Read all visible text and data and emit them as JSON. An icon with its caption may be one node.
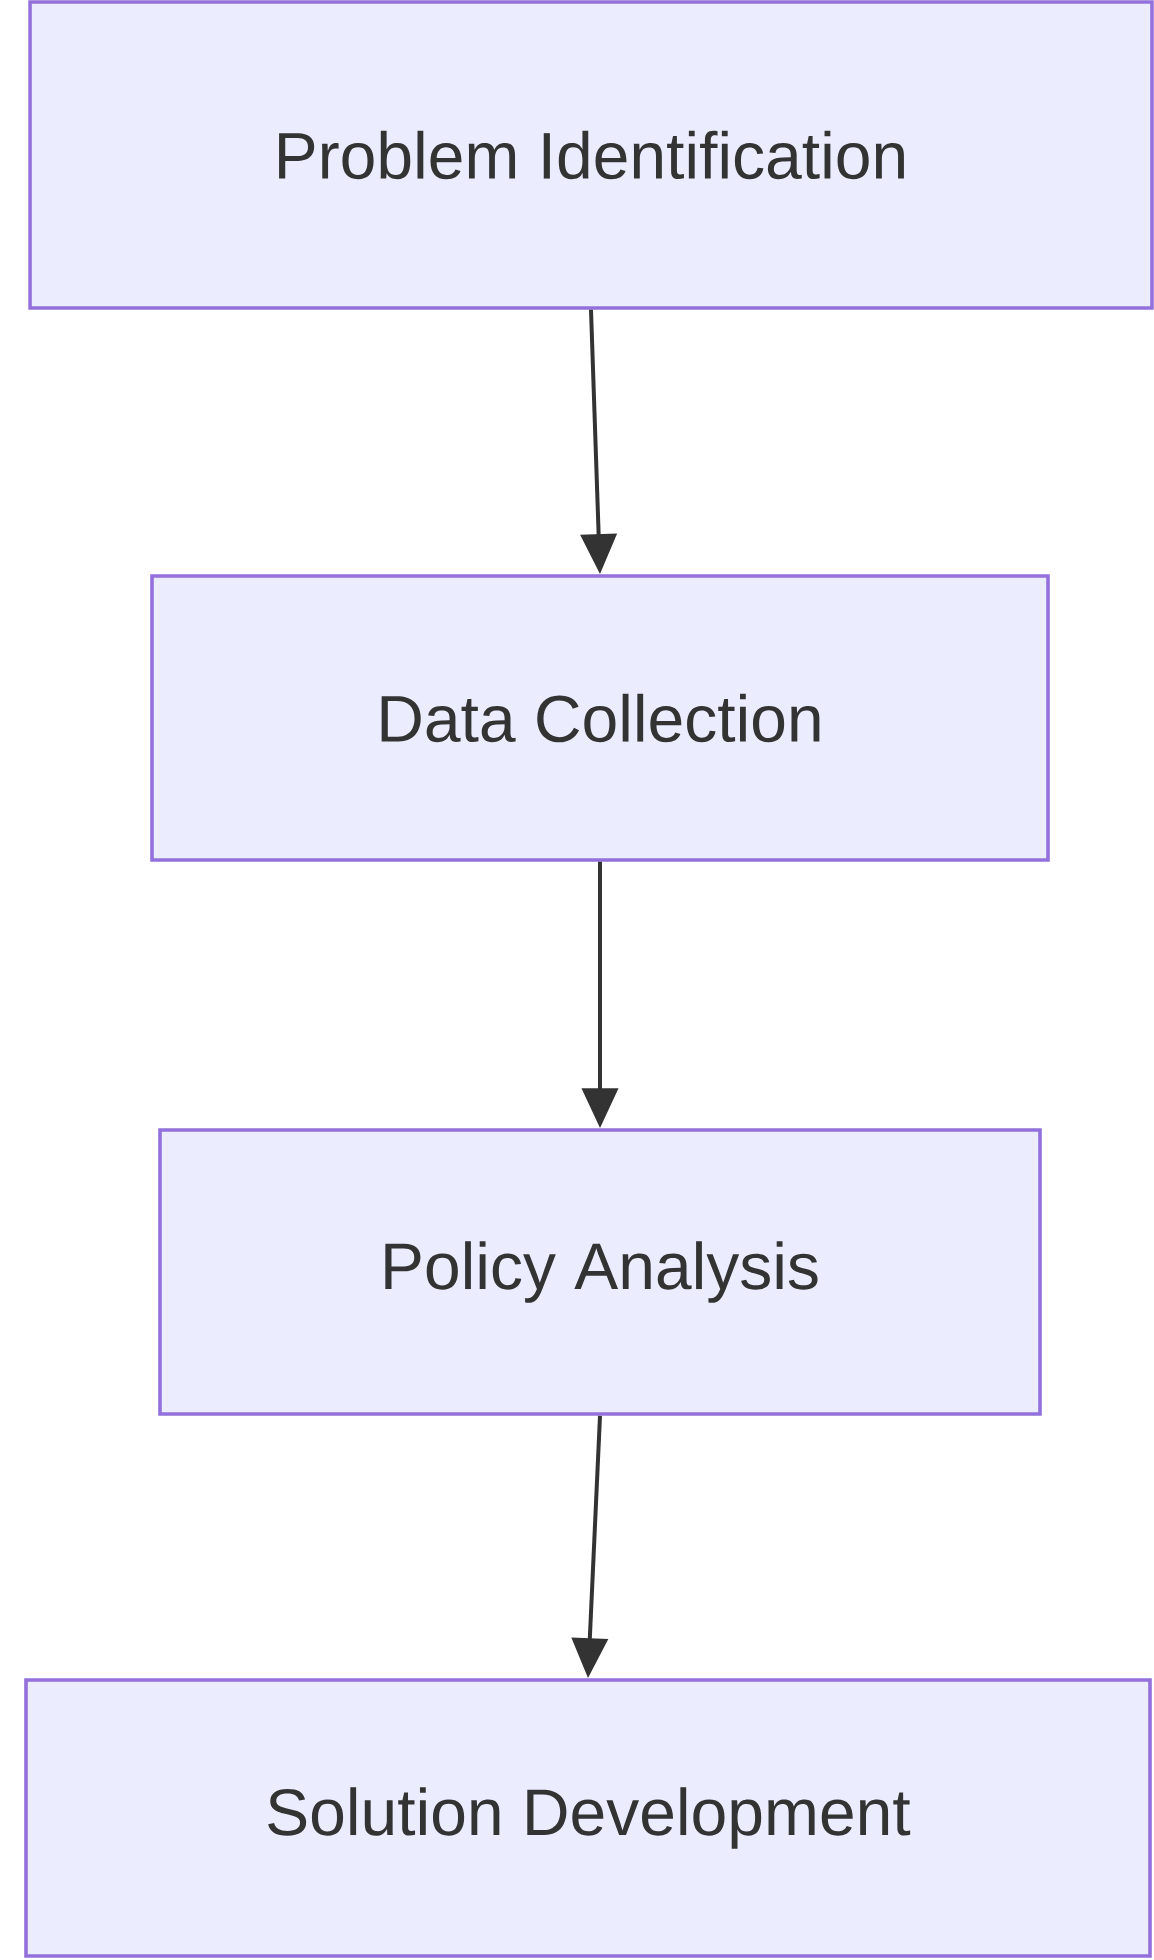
{
  "diagram": {
    "nodes": [
      {
        "text": [
          "Problem Identification"
        ]
      },
      {
        "text": [
          "Data Collection"
        ]
      },
      {
        "text": [
          "Policy Analysis"
        ]
      },
      {
        "text": [
          "Solution Development"
        ]
      }
    ],
    "edges": [
      {
        "from": 0,
        "to": 1,
        "arrow": "to"
      },
      {
        "from": 1,
        "to": 2,
        "arrow": "to"
      },
      {
        "from": 2,
        "to": 3,
        "arrow": "to"
      }
    ]
  }
}
